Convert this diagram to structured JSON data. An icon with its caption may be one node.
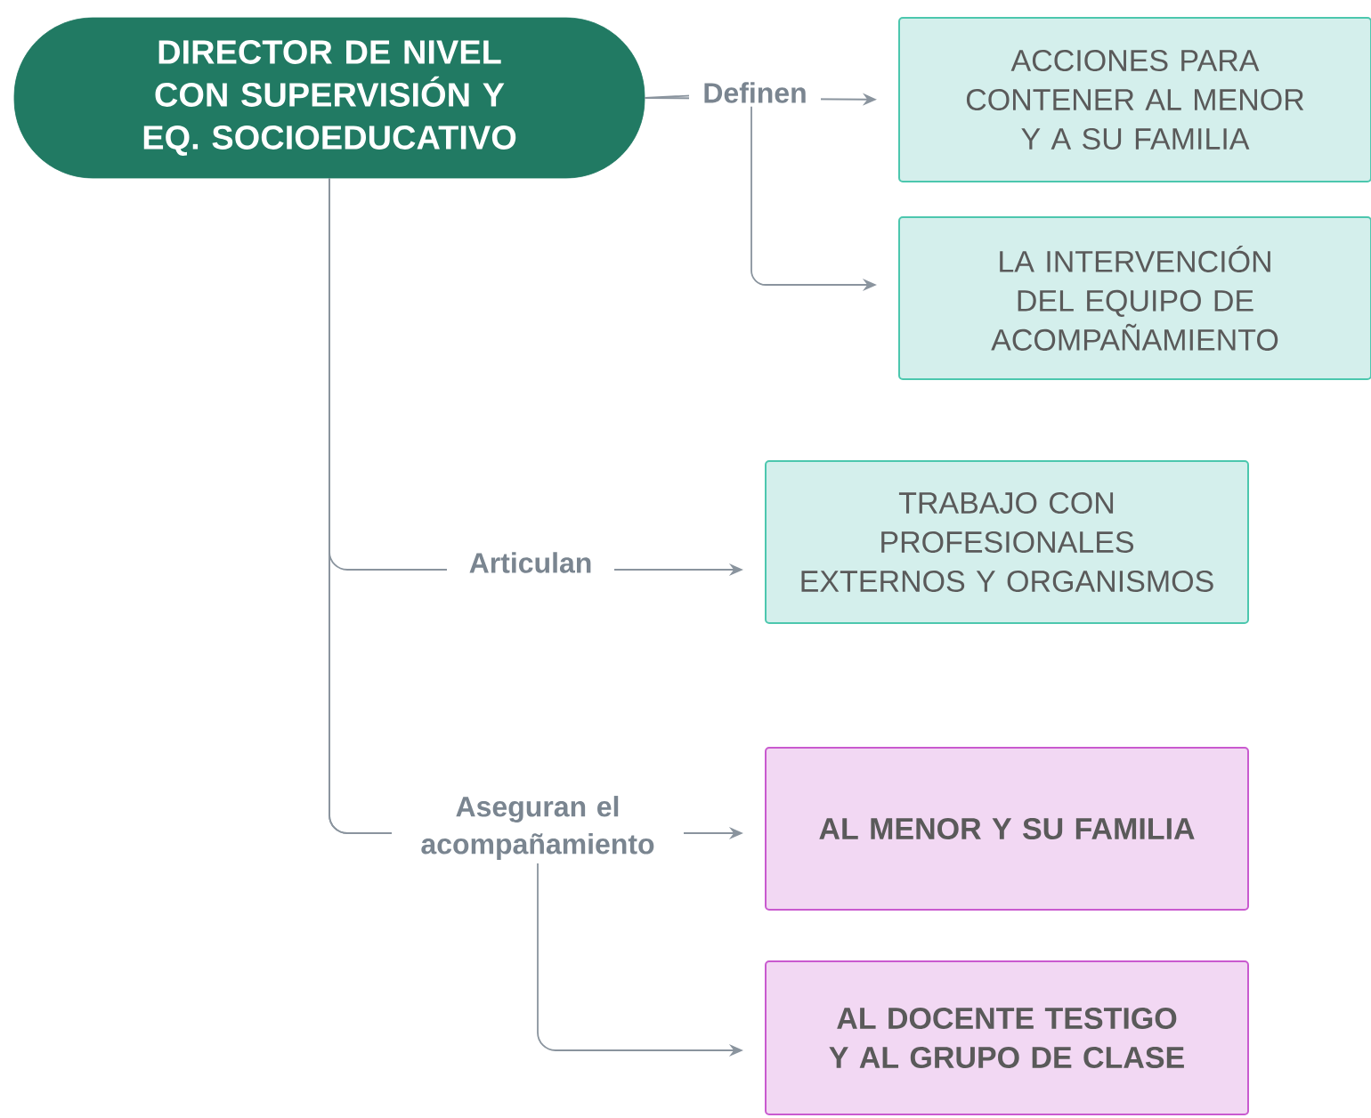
{
  "diagram": {
    "nodes": [
      {
        "text": [
          "DIRECTOR DE NIVEL CON SUPERVISIÓN Y EQ. SOCIOEDUCATIVO"
        ]
      },
      {
        "text": [
          "ACCIONES PARA CONTENER AL MENOR Y A SU FAMILIA"
        ]
      },
      {
        "text": [
          "LA INTERVENCIÓN DEL EQUIPO DE ACOMPAÑAMIENTO"
        ]
      },
      {
        "text": [
          "TRABAJO CON PROFESIONALES EXTERNOS Y ORGANISMOS"
        ]
      },
      {
        "text": [
          "AL MENOR Y SU FAMILIA"
        ]
      },
      {
        "text": [
          "AL DOCENTE TESTIGO Y AL GRUPO DE CLASE"
        ]
      }
    ],
    "edges": [
      {
        "from": 0,
        "to": 1,
        "arrow": "to",
        "label": "Definen"
      },
      {
        "from": 0,
        "to": 2,
        "arrow": "to"
      },
      {
        "from": 0,
        "to": 3,
        "arrow": "to",
        "label": "Articulan"
      },
      {
        "from": 0,
        "to": 4,
        "arrow": "to",
        "label": "Aseguran el acompañamiento"
      },
      {
        "from": 0,
        "to": 5,
        "arrow": "to"
      }
    ]
  }
}
